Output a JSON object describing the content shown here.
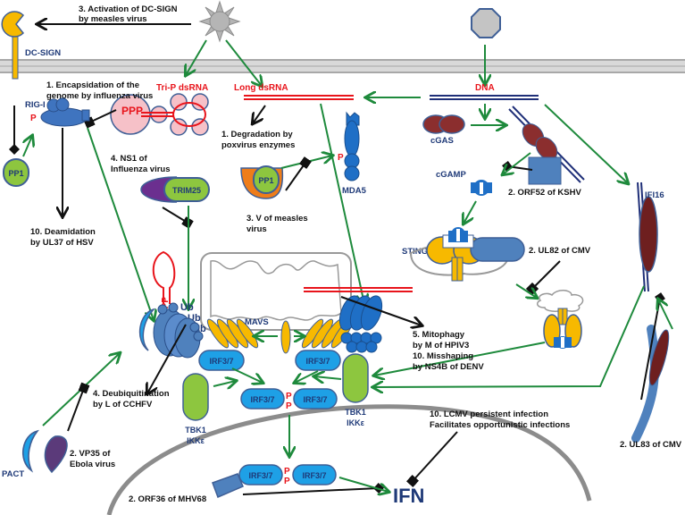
{
  "colors": {
    "activation_arrow": "#1e8a3c",
    "inhibition_line": "#111111",
    "protein_blue": "#3f74bf",
    "protein_light_blue": "#1ea0e6",
    "protein_green": "#8dc63f",
    "protein_yellow": "#f7b900",
    "dna_navy": "#1f2f78",
    "rna_red": "#e8141b",
    "cgas_maroon": "#8b2e2e",
    "virus_gray": "#b5b5b5",
    "membrane_gray": "#d4d4d4"
  },
  "pathogens": {
    "rna_virus_icon": "spiky-virus-icon",
    "dna_virus_icon": "octagon-virus-icon"
  },
  "nucleic_acids": {
    "trip_dsrna": "Tri-P dsRNA",
    "long_dsrna": "Long dsRNA",
    "dna": "DNA",
    "ppp": "PPP"
  },
  "proteins": {
    "dc_sign": "DC-SIGN",
    "rig_i": "RIG-I",
    "pp1_left": "PP1",
    "pp1_center": "PP1",
    "trim25": "TRIM25",
    "mda5": "MDA5",
    "cgas": "cGAS",
    "cgamp": "cGAMP",
    "sting": "STING",
    "ifi16": "IFI16",
    "mavs": "MAVS",
    "irf": "IRF3/7",
    "tbk1": "TBK1",
    "ikke": "IKKε",
    "pact": "PACT",
    "ifn": "IFN",
    "ub": "Ub",
    "p": "P"
  },
  "annotations": {
    "dcsign_activation": [
      "3.  Activation of DC-SIGN",
      "by measles virus"
    ],
    "encapsidation": [
      "1. Encapsidation of the",
      "genome by influenza virus"
    ],
    "degradation": [
      "1.  Degradation by",
      "poxvirus enzymes"
    ],
    "ns1": [
      "4. NS1 of",
      "Influenza virus"
    ],
    "v_measles": [
      "3. V of measles",
      "virus"
    ],
    "deamidation": [
      "10. Deamidation",
      "by UL37 of HSV"
    ],
    "orf52": [
      "2. ORF52 of KSHV"
    ],
    "ul82": [
      "2. UL82 of CMV"
    ],
    "mitophagy": [
      "5. Mitophagy",
      "by M of HPIV3",
      "10. Misshaping",
      "by NS4B of DENV"
    ],
    "deubiquitination": [
      "4. Deubiquitination",
      "by L of CCHFV"
    ],
    "vp35": [
      "2. VP35 of",
      "Ebola virus"
    ],
    "lcmv": [
      "10. LCMV persistent infection",
      "Facilitates opportunistic infections"
    ],
    "orf36": [
      "2. ORF36 of MHV68"
    ],
    "ul83": [
      "2. UL83 of CMV"
    ]
  }
}
